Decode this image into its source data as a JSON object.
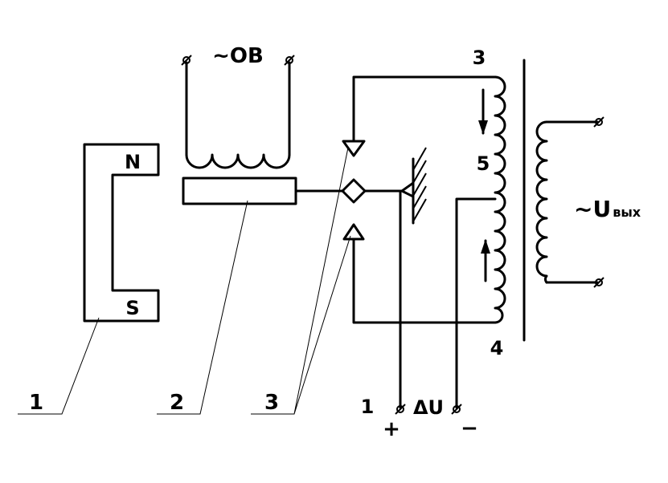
{
  "labels": {
    "excitation_winding": "~ОВ",
    "magnet_north": "N",
    "magnet_south": "S",
    "tap_top": "3",
    "tap_middle": "5",
    "tap_bottom": "4",
    "output_voltage_main": "~U",
    "output_voltage_sub": "вых",
    "callout_1": "1",
    "callout_2": "2",
    "callout_3": "3",
    "terminal_1": "1",
    "delta_u": "ΔU",
    "plus_sign": "+",
    "minus_sign": "−"
  }
}
